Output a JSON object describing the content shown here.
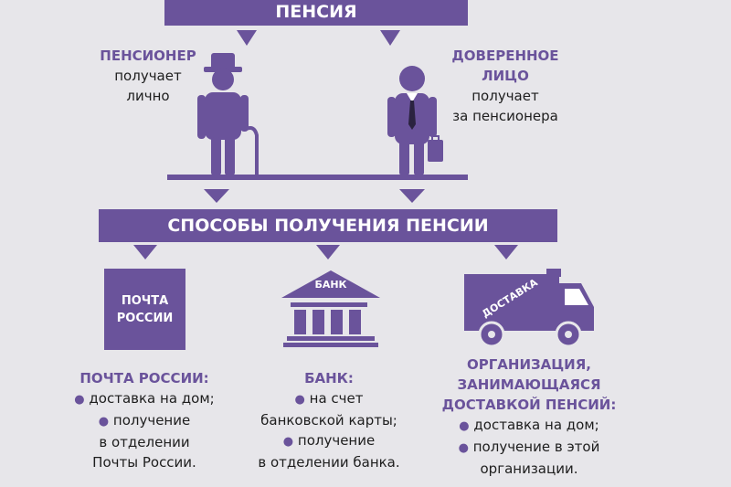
{
  "colors": {
    "accent": "#6a539b",
    "background": "#e7e6ea",
    "text": "#1e1e1e"
  },
  "top_banner": {
    "label": "ПЕНСИЯ"
  },
  "pensioner": {
    "title": "ПЕНСИОНЕР",
    "lines": [
      "получает",
      "лично"
    ],
    "icon": "elderly-person-icon"
  },
  "proxy": {
    "title_line1": "ДОВЕРЕННОЕ",
    "title_line2": "ЛИЦО",
    "lines": [
      "получает",
      "за пенсионера"
    ],
    "icon": "businessman-icon"
  },
  "methods_banner": {
    "label": "СПОСОБЫ ПОЛУЧЕНИЯ ПЕНСИИ"
  },
  "post": {
    "box_line1": "ПОЧТА",
    "box_line2": "РОССИИ",
    "heading": "ПОЧТА РОССИИ:",
    "item1_line1": "доставка на дом;",
    "item2_line1": "получение",
    "item2_line2": "в отделении",
    "item2_line3": "Почты России."
  },
  "bank": {
    "sign": "БАНК",
    "icon": "bank-building-icon",
    "heading": "БАНК:",
    "item1_line1": "на счет",
    "item1_line2": "банковской карты;",
    "item2_line1": "получение",
    "item2_line2": "в отделении банка."
  },
  "delivery": {
    "truck_label": "ДОСТАВКА",
    "icon": "delivery-truck-icon",
    "heading_line1": "ОРГАНИЗАЦИЯ,",
    "heading_line2": "ЗАНИМАЮЩАЯСЯ",
    "heading_line3": "ДОСТАВКОЙ ПЕНСИЙ:",
    "item1_line1": "доставка на дом;",
    "item2_line1": "получение в этой",
    "item2_line2": "организации."
  }
}
